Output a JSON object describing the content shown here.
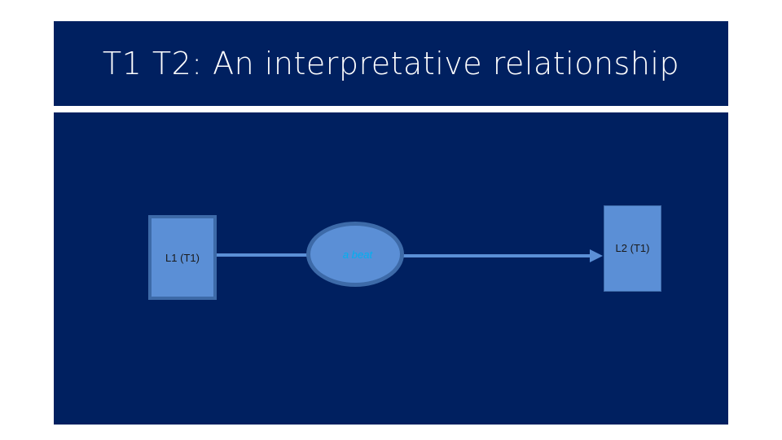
{
  "slide": {
    "title": "T1 T2: An interpretative relationship"
  },
  "diagram": {
    "left_box": {
      "label": "L1 (T1)"
    },
    "middle_node": {
      "label": "a beat"
    },
    "right_box": {
      "label": "L2 (T1)"
    }
  },
  "colors": {
    "background_panel": "#002060",
    "shape_fill": "#5b8fd6",
    "shape_border": "#3d6aa8",
    "middle_label": "#00b0f0",
    "title_text": "#ffffff"
  }
}
